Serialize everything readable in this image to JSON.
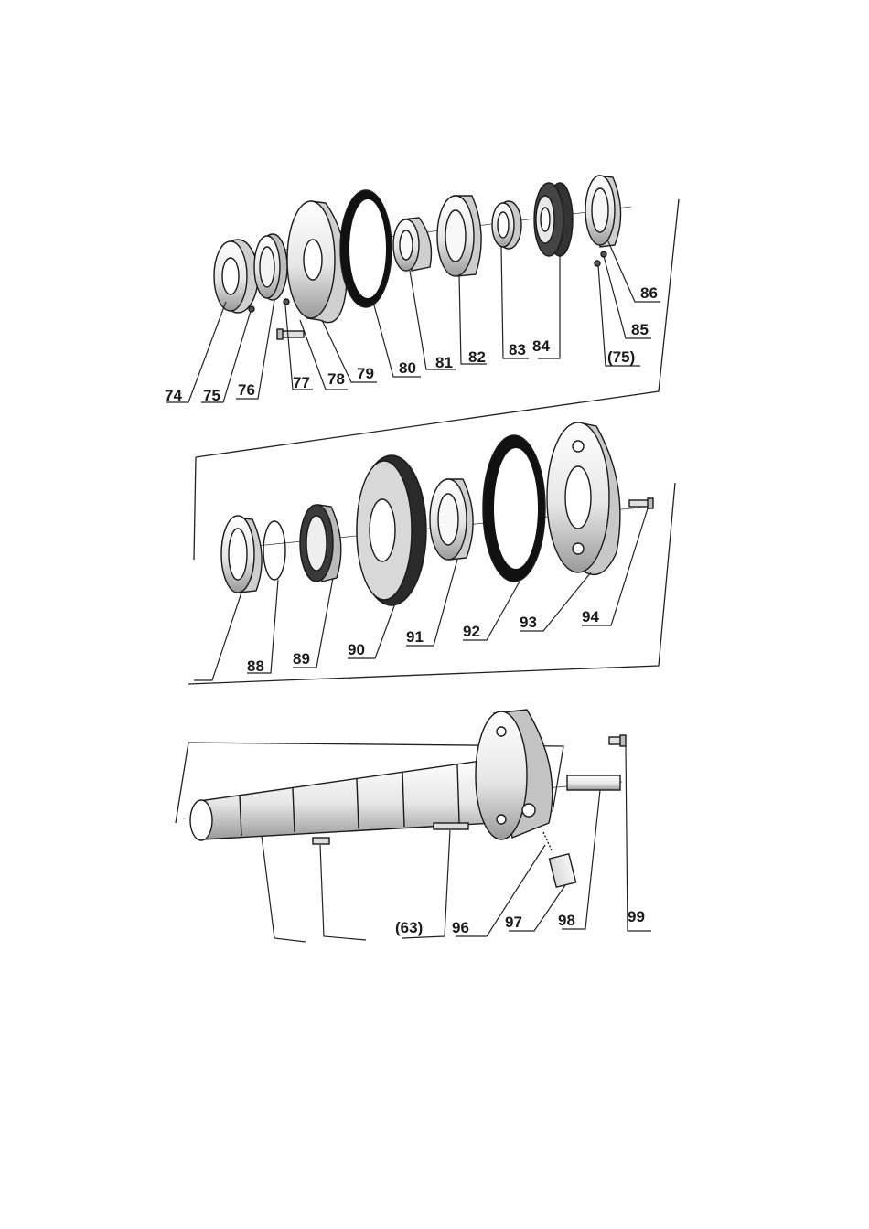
{
  "diagram": {
    "colors": {
      "metal": "#e9e9e9",
      "metal_dark": "#8d8d8d",
      "gasket": "#111111",
      "ink": "#1a1a1a"
    },
    "sections": [
      {
        "name": "upper-assembly",
        "labels": [
          "74",
          "75",
          "76",
          "77",
          "78",
          "79",
          "80",
          "81",
          "82",
          "83",
          "84",
          "(75)",
          "85",
          "86"
        ]
      },
      {
        "name": "middle-assembly",
        "labels": [
          "88",
          "89",
          "90",
          "91",
          "92",
          "93",
          "94"
        ]
      },
      {
        "name": "lower-assembly",
        "labels": [
          "(63)",
          "96",
          "97",
          "98",
          "99"
        ]
      }
    ]
  }
}
